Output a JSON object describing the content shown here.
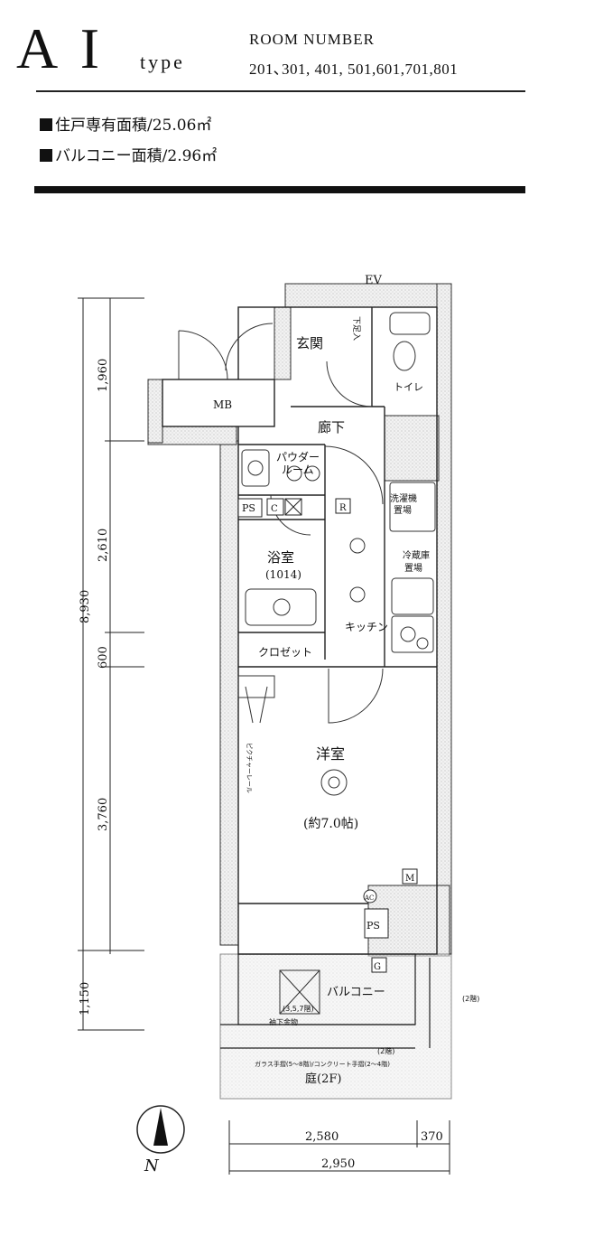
{
  "header": {
    "type_main": "A I",
    "type_sub": "type",
    "room_number_title": "ROOM NUMBER",
    "room_numbers": "201､301, 401, 501,601,701,801"
  },
  "areas": {
    "private_area": "住戸専有面積/25.06㎡",
    "balcony_area": "バルコニー面積/2.96㎡"
  },
  "rooms": {
    "ev": "EV",
    "mb": "MB",
    "genkan": "玄関",
    "toilet": "トイレ",
    "rouka": "廊下",
    "powder_room": [
      "パウダー",
      "ルーム"
    ],
    "ps_top": "PS",
    "c_mark": "C",
    "r_mark": "R",
    "bath": "浴室",
    "bath_size": "(1014)",
    "washer": [
      "洗濯機",
      "置場"
    ],
    "fridge": [
      "冷蔵庫",
      "置場"
    ],
    "kitchen": "キッチン",
    "closet": "クロゼット",
    "youshitsu": "洋室",
    "youshitsu_size": "(約7.0帖)",
    "m_mark": "M",
    "ac_mark": "AC",
    "ps_bottom": "PS",
    "g_mark": "G",
    "balcony": "バルコニー",
    "balcony_note": "(3,5,7階)",
    "eaves": "袖下金物",
    "floor2_note": "(2階)",
    "floor2_note_right": "(2階)",
    "handrail_note": "ガラス手摺(5〜8階)/コンクリート手摺(2〜4階)",
    "garden": "庭(2F)",
    "picture_rail": "ピクチャーレール",
    "shoe_box": "下足入"
  },
  "dimensions": {
    "v_total": "8,930",
    "v1": "1,960",
    "v2": "2,610",
    "v3": "600",
    "v4": "3,760",
    "v5": "1,150",
    "h1": "2,580",
    "h2": "370",
    "h_total": "2,950"
  },
  "compass": {
    "label": "N"
  }
}
